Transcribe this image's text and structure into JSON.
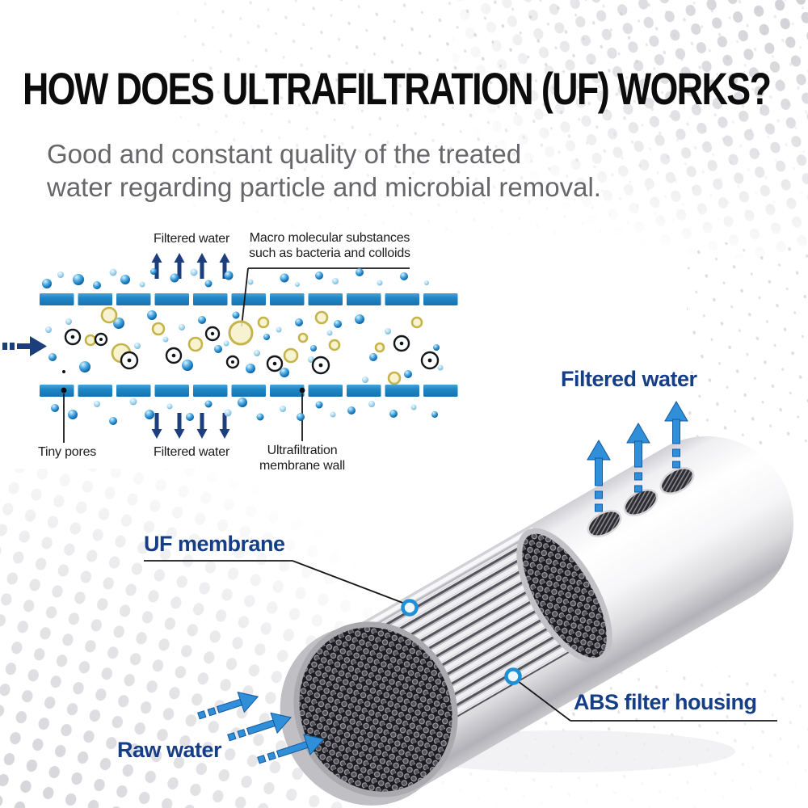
{
  "title": "HOW DOES ULTRAFILTRATION (UF) WORKS?",
  "subtitle_line1": "Good and constant quality of the treated",
  "subtitle_line2": "water regarding particle and microbial removal.",
  "membrane_diagram": {
    "filtered_water_top_label": "Filtered water",
    "macro_substances_line1": "Macro molecular substances",
    "macro_substances_line2": "such as bacteria and colloids",
    "tiny_pores_label": "Tiny pores",
    "filtered_water_bottom_label": "Filtered water",
    "membrane_wall_line1": "Ultrafiltration",
    "membrane_wall_line2": "membrane wall"
  },
  "cartridge_diagram": {
    "filtered_water_label": "Filtered water",
    "uf_membrane_label": "UF membrane",
    "raw_water_label": "Raw water",
    "abs_housing_label": "ABS filter housing"
  },
  "colors": {
    "title_text": "#0c0c0c",
    "subtitle_text": "#67676b",
    "diagram_label_text": "#1b1b1b",
    "navy_label_text": "#153e87",
    "navy_arrow": "#1c3e7c",
    "membrane_bar_blue": "#1f86c5",
    "water_arrow_blue": "#2f8fd9",
    "marker_ring_blue": "#1f8fd6",
    "halftone_gray": "#d2d2d7",
    "yellow_particle": "#c4b44a",
    "blue_particle": "#1e8fd4"
  }
}
